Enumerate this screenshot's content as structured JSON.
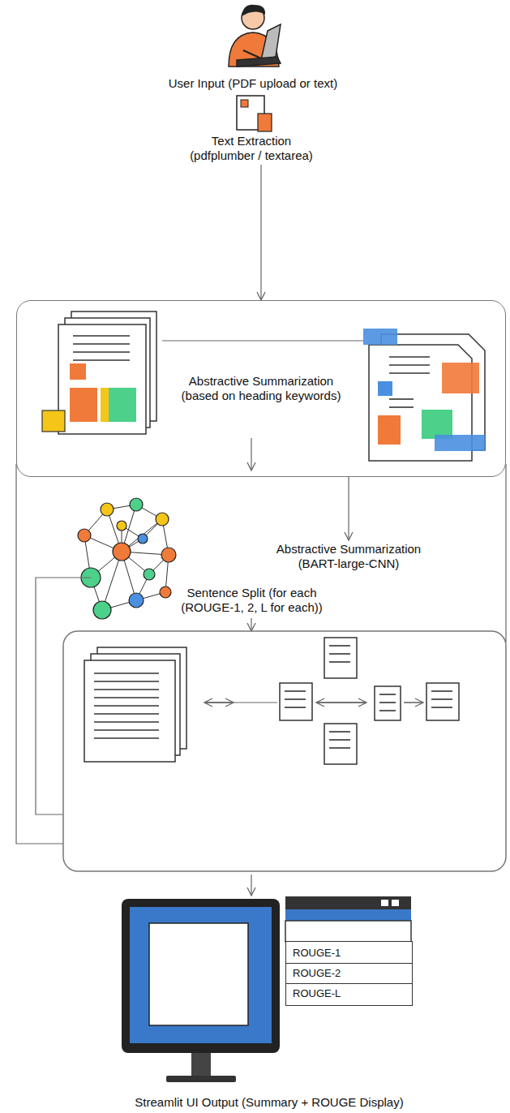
{
  "diagram": {
    "nodes": [
      {
        "text": [
          "User Input (PDF upload or text)"
        ]
      },
      {
        "text": [
          "Text Extraction (pdfplumber / textarea)"
        ]
      },
      {
        "text": [
          "Abstractive Summarization (based on heading keywords)"
        ]
      },
      {
        "text": [
          "Abstractive Summarization (BART-large-CNN)"
        ]
      },
      {
        "text": [
          "Sentence Split (for each (ROUGE-1, 2, L for each))"
        ]
      },
      {
        "text": [
          "Streamlit UI Output (Summary + ROUGE Display)"
        ]
      },
      {
        "text": [
          "ROUGE-1",
          "ROUGE-2",
          "ROUGE-L"
        ],
        "in": 5
      }
    ],
    "edges": [
      {
        "from": 1,
        "to": 2,
        "arrow": "to"
      },
      {
        "from": 2,
        "to": 3,
        "arrow": "to"
      }
    ]
  }
}
